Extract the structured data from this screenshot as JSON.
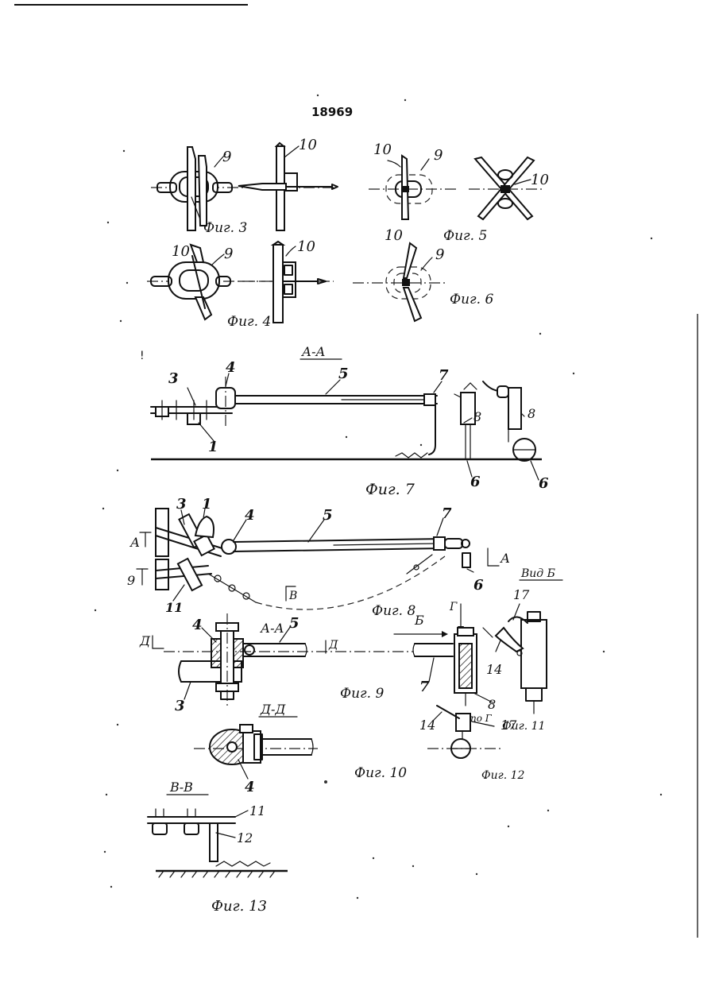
{
  "page": {
    "number": "18969"
  },
  "figures": {
    "fig3": "Фиг. 3",
    "fig4": "Фиг. 4",
    "fig5": "Фиг. 5",
    "fig6": "Фиг. 6",
    "fig7": "Фиг. 7",
    "fig8": "Фиг. 8",
    "fig9": "Фиг. 9",
    "fig10": "Фиг. 10",
    "fig11": "Фиг. 11",
    "fig12": "Фиг. 12",
    "fig13": "Фиг. 13"
  },
  "sections": {
    "aa": "А-А",
    "aa2": "А-А",
    "dd": "Д-Д",
    "vv": "В-В",
    "viewB": "Вид Б",
    "poG": "по Г"
  },
  "cut_marks": {
    "a": "А",
    "b": "Б",
    "v": "В",
    "g": "Г",
    "d": "Д"
  },
  "part_numbers": {
    "p1": "1",
    "p3": "3",
    "p4": "4",
    "p5": "5",
    "p6": "6",
    "p7": "7",
    "p8": "8",
    "p9": "9",
    "p10": "10",
    "p11": "11",
    "p12": "12",
    "p14": "14",
    "p17": "17"
  }
}
